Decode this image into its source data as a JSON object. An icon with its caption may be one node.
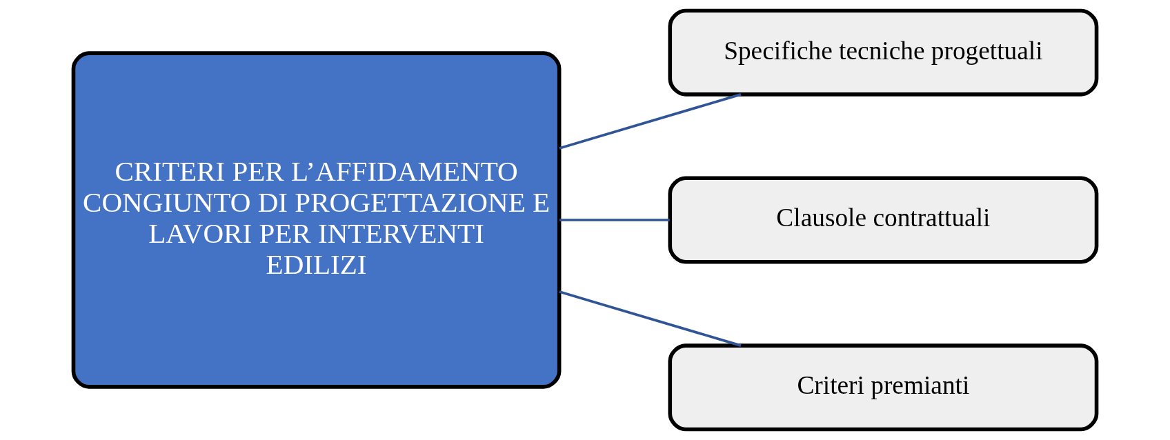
{
  "diagram": {
    "nodes": [
      {
        "text": [
          "CRITERI PER L’AFFIDAMENTO CONGIUNTO DI PROGETTAZIONE E LAVORI PER INTERVENTI EDILIZI"
        ]
      },
      {
        "text": [
          "Specifiche tecniche progettuali"
        ]
      },
      {
        "text": [
          "Clausole contrattuali"
        ]
      },
      {
        "text": [
          "Criteri premianti"
        ]
      }
    ],
    "edges": [
      {
        "from": 0,
        "to": 1,
        "arrow": "none",
        "color": "#2f5597"
      },
      {
        "from": 0,
        "to": 2,
        "arrow": "none",
        "color": "#2f5597"
      },
      {
        "from": 0,
        "to": 3,
        "arrow": "none",
        "color": "#2f5597"
      }
    ]
  }
}
